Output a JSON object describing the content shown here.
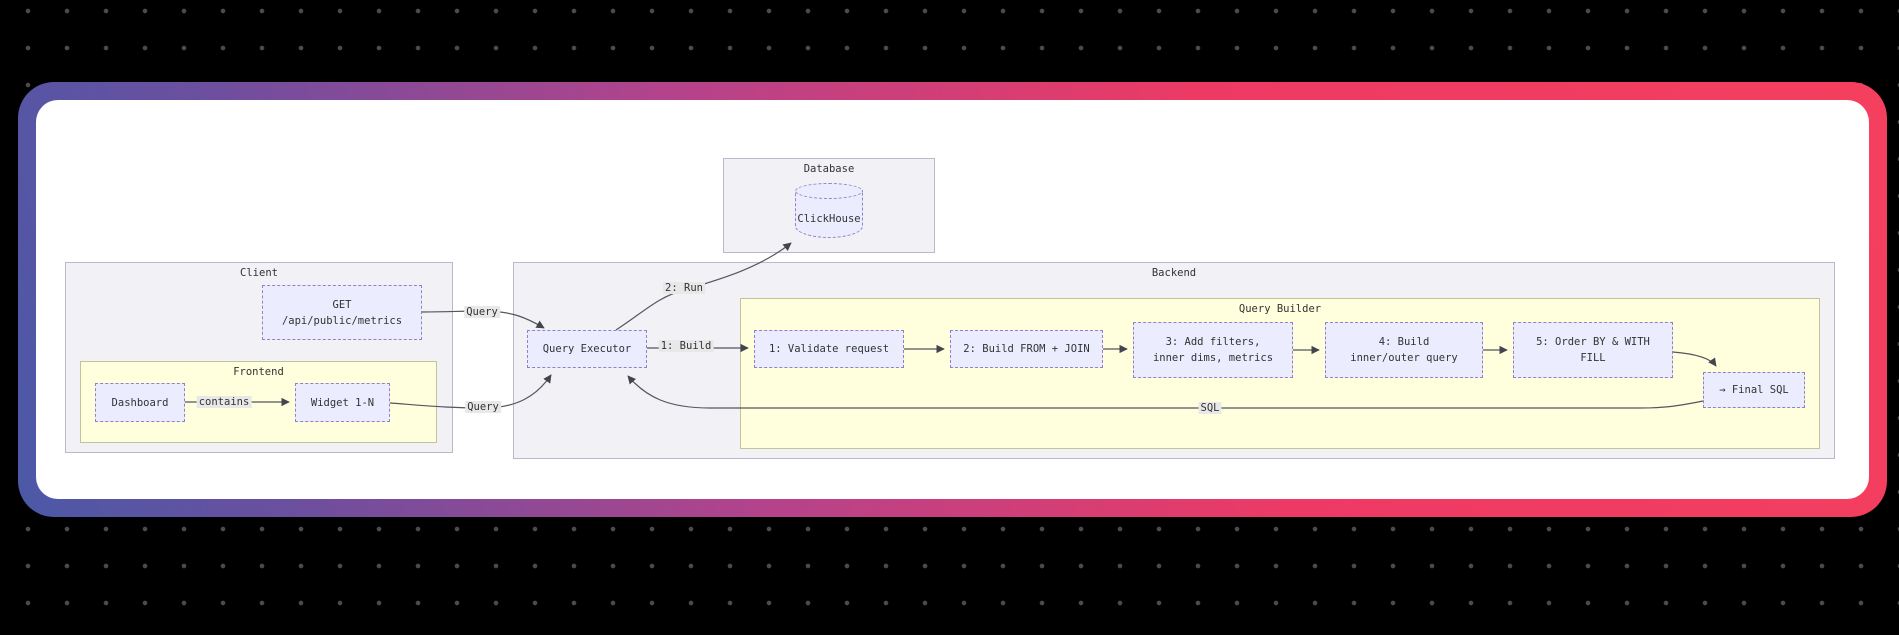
{
  "colors": {
    "frame_gradient": [
      "#4b59a7",
      "#6b4f9f",
      "#b4438b",
      "#ed3a64",
      "#f43f5e"
    ],
    "node_fill": "#ececff",
    "node_border": "#9480c4",
    "cluster_gray_fill": "#f1f1f6",
    "cluster_yellow_fill": "#ffffde",
    "edge_color": "#44444f",
    "edge_label_bg": "#e8e8e8",
    "background": "#000000"
  },
  "diagram": {
    "clusters": {
      "database": {
        "label": "Database"
      },
      "client": {
        "label": "Client"
      },
      "frontend": {
        "label": "Frontend"
      },
      "backend": {
        "label": "Backend"
      },
      "query_builder": {
        "label": "Query Builder"
      }
    },
    "nodes": {
      "clickhouse": {
        "label": "ClickHouse"
      },
      "get": {
        "lines": [
          "GET",
          "/api/public/metrics"
        ]
      },
      "dashboard": {
        "label": "Dashboard"
      },
      "widget": {
        "label": "Widget 1-N"
      },
      "query_executor": {
        "label": "Query Executor"
      },
      "step1": {
        "label": "1: Validate request"
      },
      "step2": {
        "label": "2: Build FROM + JOIN"
      },
      "step3": {
        "lines": [
          "3: Add filters,",
          "inner dims, metrics"
        ]
      },
      "step4": {
        "lines": [
          "4: Build",
          "inner/outer query"
        ]
      },
      "step5": {
        "lines": [
          "5: Order BY & WITH",
          "FILL"
        ]
      },
      "final_sql": {
        "label": "→ Final SQL"
      }
    },
    "edge_labels": {
      "query_get": "Query",
      "query_widget": "Query",
      "contains": "contains",
      "run": "2: Run",
      "build": "1: Build",
      "sql": "SQL"
    }
  }
}
